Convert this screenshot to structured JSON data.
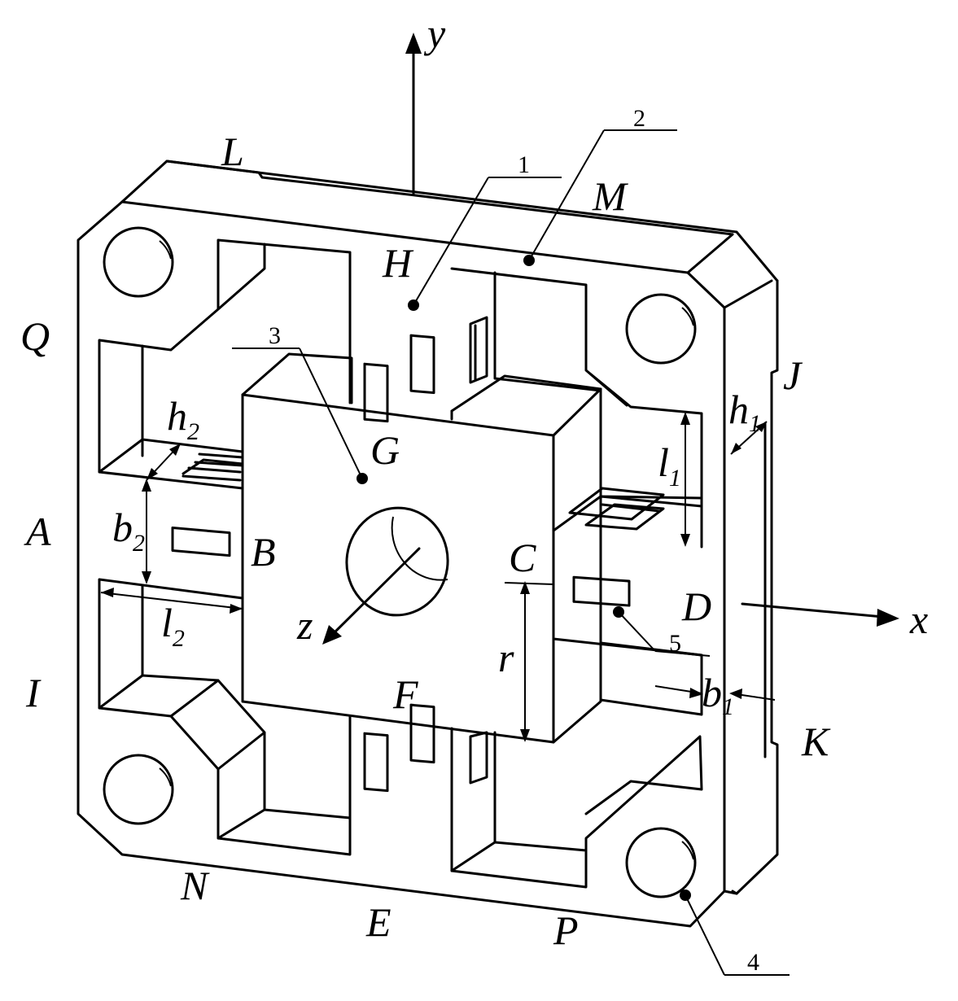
{
  "labels": {
    "y": "y",
    "x": "x",
    "z": "z",
    "L": "L",
    "M": "M",
    "H": "H",
    "Q": "Q",
    "J": "J",
    "G": "G",
    "A": "A",
    "B": "B",
    "C": "C",
    "D": "D",
    "I": "I",
    "F": "F",
    "K": "K",
    "N": "N",
    "E": "E",
    "P": "P"
  },
  "dimensions": {
    "h2": {
      "symbol": "h",
      "sub": "2"
    },
    "b2": {
      "symbol": "b",
      "sub": "2"
    },
    "l2": {
      "symbol": "l",
      "sub": "2"
    },
    "h1": {
      "symbol": "h",
      "sub": "1"
    },
    "l1": {
      "symbol": "l",
      "sub": "1"
    },
    "b1": {
      "symbol": "b",
      "sub": "1"
    },
    "r": {
      "symbol": "r"
    }
  },
  "callouts": [
    "1",
    "2",
    "3",
    "4",
    "5"
  ]
}
